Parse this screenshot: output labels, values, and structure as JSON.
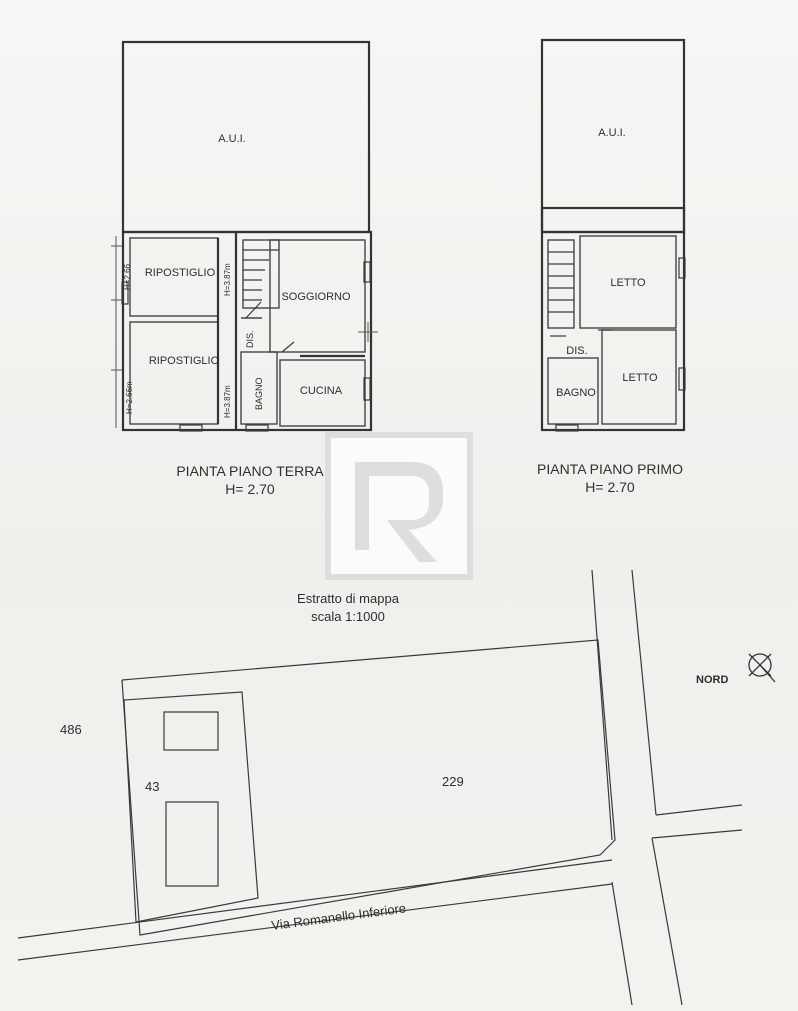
{
  "ground_floor": {
    "labels": {
      "aui": "A.U.I.",
      "ripostiglio_top": "RIPOSTIGLIO",
      "ripostiglio_bottom": "RIPOSTIGLIO",
      "soggiorno": "SOGGIORNO",
      "cucina": "CUCINA",
      "bagno": "BAGNO",
      "dis": "DIS.",
      "h_left_top": "H=2.66",
      "h_left_bottom": "H=2.66m",
      "h_mid_top": "H=3.87m",
      "h_mid_bottom": "H=3.87m"
    },
    "title": "PIANTA PIANO TERRA",
    "height": "H= 2.70"
  },
  "first_floor": {
    "labels": {
      "aui": "A.U.I.",
      "letto_top": "LETTO",
      "letto_bottom": "LETTO",
      "dis": "DIS.",
      "bagno": "BAGNO"
    },
    "title": "PIANTA PIANO PRIMO",
    "height": "H= 2.70"
  },
  "map": {
    "title": "Estratto di mappa",
    "scale": "scala 1:1000",
    "north": "NORD",
    "parcels": {
      "p486": "486",
      "p43": "43",
      "p229": "229"
    },
    "street": "Via Romanello Inferiore"
  },
  "colors": {
    "ink": "#333333",
    "paper": "#f3f3f1",
    "logo": "#e4e4e4"
  },
  "icons": {
    "logo": "agency-r-logo",
    "north": "north-compass-icon"
  }
}
